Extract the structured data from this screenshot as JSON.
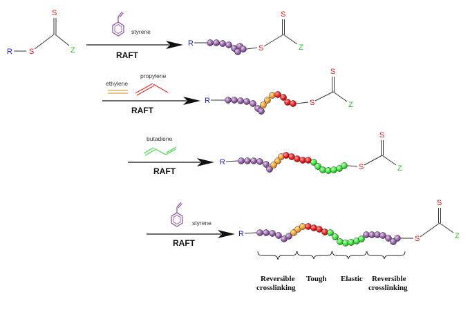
{
  "atoms": {
    "R": "R",
    "S": "S",
    "Z": "Z"
  },
  "monomers": {
    "styrene": "styrene",
    "ethylene": "ethylene",
    "propylene": "propylene",
    "butadiene": "butadiene"
  },
  "raft": "RAFT",
  "segments": {
    "seg1_line1": "Reversible",
    "seg1_line2": "crosslinking",
    "seg2": "Tough",
    "seg3": "Elastic",
    "seg4_line1": "Reversible",
    "seg4_line2": "crosslinking"
  },
  "colors": {
    "R": "#1a1acc",
    "S": "#e11b1b",
    "Z": "#1ec81e",
    "purple": "#8a5a9c",
    "orange": "#f0a030",
    "red": "#e81818",
    "green": "#33e033",
    "monomer_styrene": "#8a4a9c",
    "monomer_ethylene": "#d9a040",
    "monomer_propylene": "#e03030",
    "monomer_butadiene": "#44d844"
  }
}
